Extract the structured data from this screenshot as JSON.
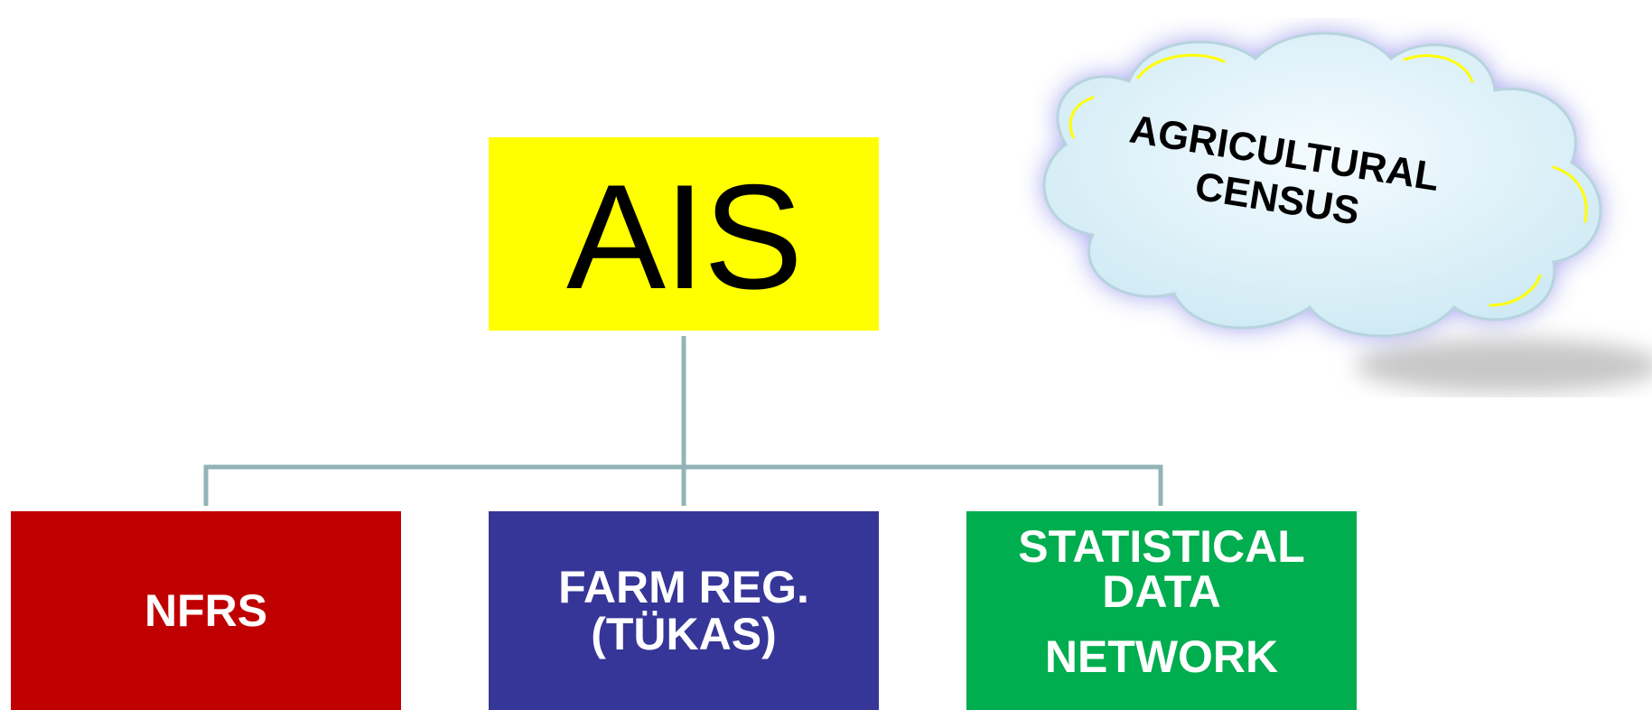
{
  "root": {
    "label": "AIS",
    "color": "#ffff00",
    "text_color": "#000000"
  },
  "children": [
    {
      "lines": [
        "NFRS"
      ],
      "color": "#c00000"
    },
    {
      "lines": [
        "FARM REG.",
        "(TÜKAS)"
      ],
      "color": "#363699"
    },
    {
      "lines": [
        "STATISTICAL",
        "DATA",
        "NETWORK"
      ],
      "color": "#00ad4f"
    }
  ],
  "connector_color": "#93b3b7",
  "cloud": {
    "lines": [
      "AGRICULTURAL",
      "CENSUS"
    ],
    "fill": "#e6f6fc",
    "glow": "#8080e8",
    "highlight": "#ffff00"
  }
}
